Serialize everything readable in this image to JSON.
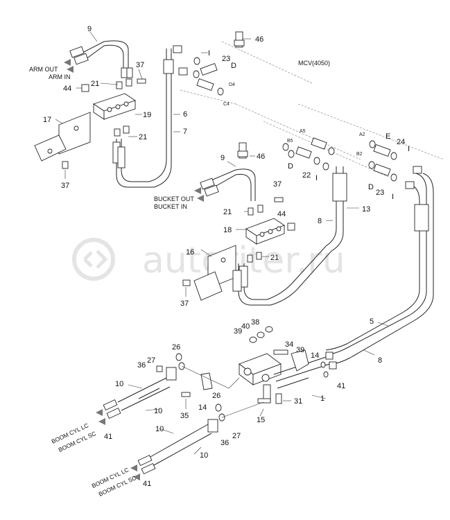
{
  "watermark": "autoriter.ru",
  "valve_title": "MCV(4050)",
  "labels": {
    "arm_out": "ARM OUT",
    "arm_in": "ARM IN",
    "bucket_out": "BUCKET OUT",
    "bucket_in": "BUCKET IN",
    "boom_lc_1": "BOOM CYL LC",
    "boom_sc_1": "BOOM CYL SC",
    "boom_lc_2": "BOOM CYL LC",
    "boom_sc_2": "BOOM CYL SC"
  },
  "ports": {
    "d4": "D4",
    "c4": "C4",
    "a5": "A5",
    "b5": "B5",
    "a2": "A2",
    "b2": "B2"
  },
  "part_numbers": {
    "n9a": "9",
    "n46a": "46",
    "nIa": "I",
    "n23a": "23",
    "nDa": "D",
    "n37a": "37",
    "n21a": "21",
    "n44a": "44",
    "n19": "19",
    "n6": "6",
    "n17": "17",
    "n7": "7",
    "n21b": "21",
    "n37b": "37",
    "n9b": "9",
    "n46b": "46",
    "nEa": "E",
    "n24": "24",
    "nIb": "I",
    "nDb": "D",
    "n22": "22",
    "nIc": "I",
    "n23b": "23",
    "nDc": "D",
    "nId": "I",
    "n37c": "37",
    "n13": "13",
    "n21c": "21",
    "n44b": "44",
    "n8a": "8",
    "n18": "18",
    "n16": "16",
    "n21d": "21",
    "n37d": "37",
    "n5": "5",
    "n38": "38",
    "n39a": "39",
    "n40": "40",
    "n26a": "26",
    "n34": "34",
    "n39b": "39",
    "n14a": "14",
    "n8b": "8",
    "n36a": "36",
    "n27a": "27",
    "n41a": "41",
    "n10a": "10",
    "n10b": "10",
    "n1": "1",
    "n31": "31",
    "n35": "35",
    "n14b": "14",
    "n26b": "26",
    "n15": "15",
    "n41b": "41",
    "n27b": "27",
    "n10c": "10",
    "n36b": "36",
    "n10d": "10",
    "n41c": "41"
  }
}
